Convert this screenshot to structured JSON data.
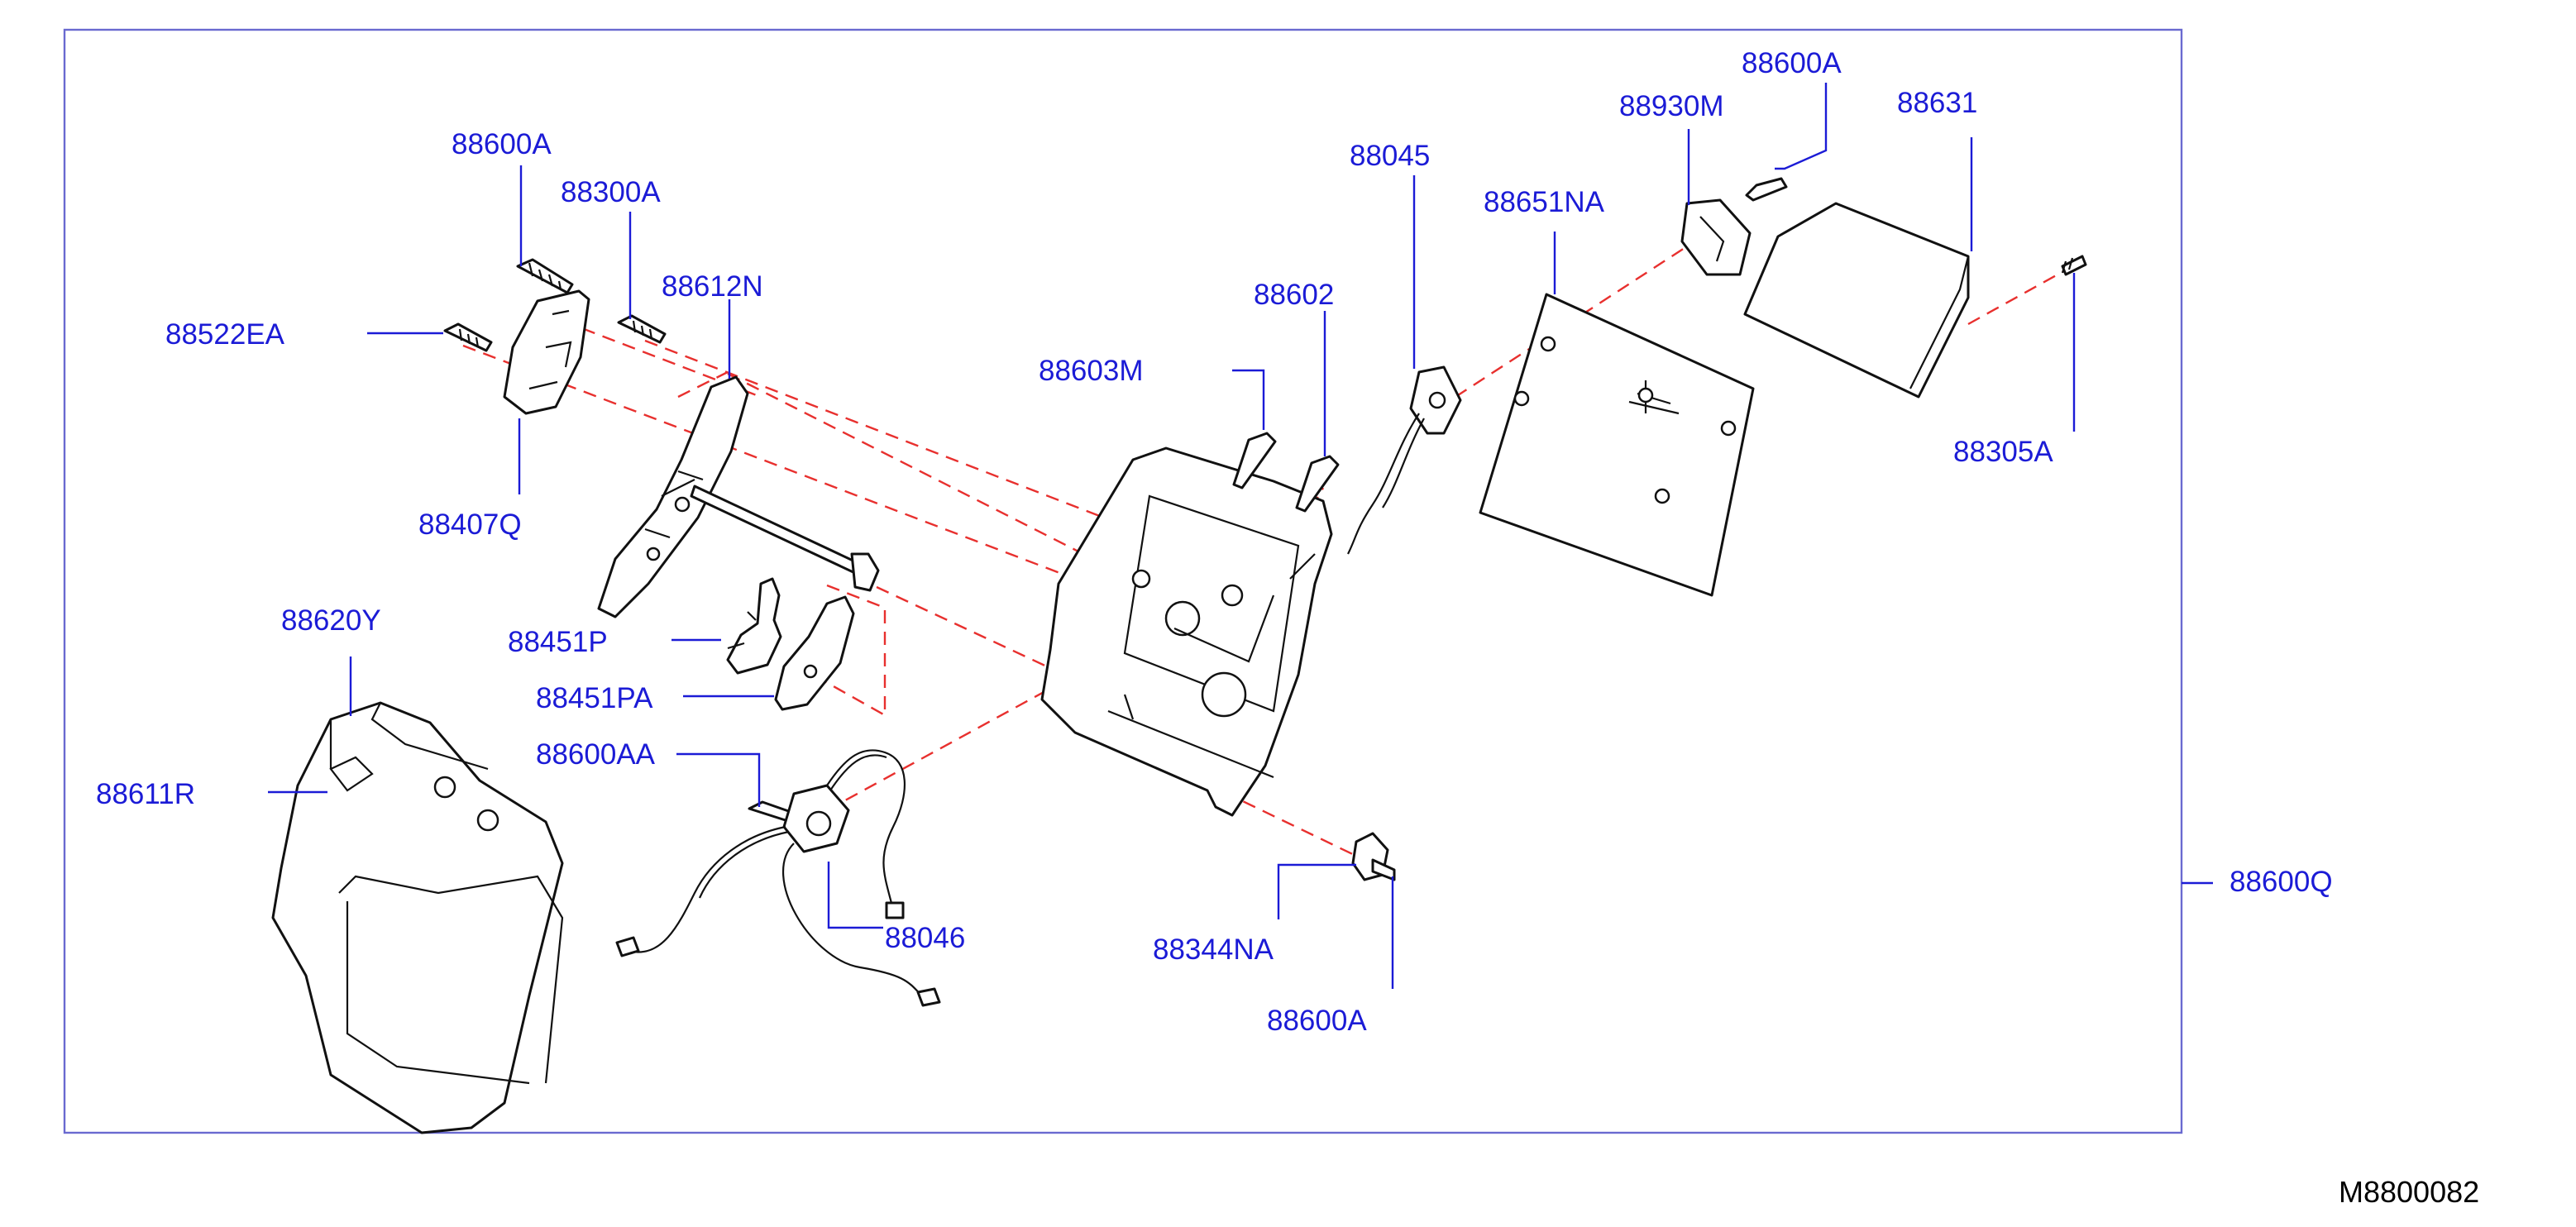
{
  "colors": {
    "label": "#1b1bd6",
    "explode_line": "#e8302e",
    "outline": "#111111",
    "frame": "#6a6ad0"
  },
  "part_labels": {
    "p88600A_top": "88600A",
    "p88930M": "88930M",
    "p88631": "88631",
    "p88045": "88045",
    "p88651NA": "88651NA",
    "p88600A_left": "88600A",
    "p88300A": "88300A",
    "p88612N": "88612N",
    "p88522EA": "88522EA",
    "p88602": "88602",
    "p88603M": "88603M",
    "p88407Q": "88407Q",
    "p88305A": "88305A",
    "p88620Y": "88620Y",
    "p88451P": "88451P",
    "p88451PA": "88451PA",
    "p88611R": "88611R",
    "p88600AA": "88600AA",
    "p88046": "88046",
    "p88600Q": "88600Q",
    "p88344NA": "88344NA",
    "p88600A_bottom": "88600A"
  },
  "footer": {
    "diagram_code": "M8800082"
  }
}
